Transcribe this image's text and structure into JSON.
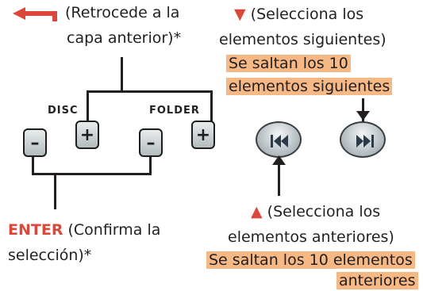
{
  "top_left": {
    "icon": "back-arrow-icon",
    "line1": "(Retrocede a la",
    "line2": "capa anterior)*"
  },
  "top_right": {
    "marker": "▼",
    "line1": " (Selecciona los",
    "line2": "elementos siguientes)",
    "highlight1": "Se saltan los 10",
    "highlight2": "elementos siguientes"
  },
  "labels": {
    "disc": "DISC",
    "folder": "FOLDER"
  },
  "buttons": {
    "disc_minus": "–",
    "disc_plus": "+",
    "folder_minus": "–",
    "folder_plus": "+",
    "prev_icon": "skip-back-icon",
    "next_icon": "skip-forward-icon"
  },
  "bottom_left": {
    "enter": "ENTER",
    "line1": " (Confirma la",
    "line2": "selección)*"
  },
  "bottom_right": {
    "marker": "▲",
    "line1": " (Selecciona los",
    "line2": "elementos anteriores)",
    "highlight1": "Se saltan los 10 elementos",
    "highlight2": "anteriores"
  },
  "colors": {
    "accent_red": "#d9483b",
    "highlight": "#f6b884"
  }
}
